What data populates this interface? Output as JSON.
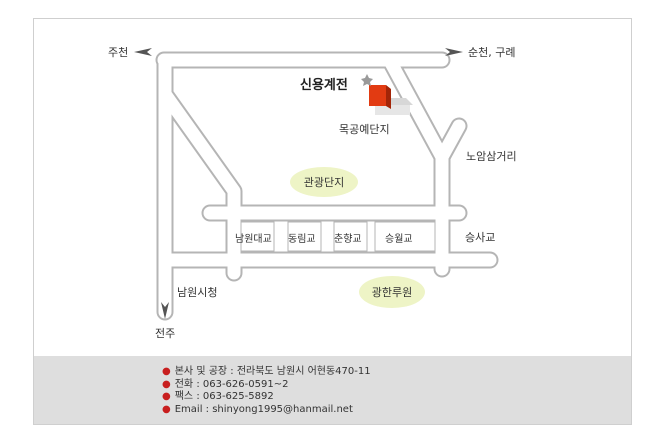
{
  "map": {
    "labels": {
      "left_top_direction": "주천",
      "right_top_direction": "순천, 구례",
      "company": "신용계전",
      "complex_mokgong": "목공예단지",
      "nogam_intersection": "노암삼거리",
      "tourism_complex": "관광단지",
      "seungsa_bridge": "승사교",
      "city_hall": "남원시청",
      "jeonju": "전주",
      "gwanghallu": "광한루원"
    },
    "bridges": [
      "남원대교",
      "동림교",
      "춘향교",
      "승월교"
    ]
  },
  "info": {
    "items": [
      "본사 및 공장 : 전라북도 남원시 어현동470-11",
      "전화 : 063-626-0591~2",
      "팩스 : 063-625-5892",
      "Email : shinyong1995@hanmail.net"
    ]
  },
  "colors": {
    "road_fill": "#ffffff",
    "road_border": "#b5b5b5",
    "marker_red": "#e23b12",
    "landmark_green": "#eef4c6",
    "info_bg": "#dedede",
    "bullet_red": "#c81e1e"
  },
  "icons": [
    "arrow-left-icon",
    "arrow-right-icon",
    "arrow-down-icon",
    "building-marker-icon",
    "star-icon"
  ]
}
